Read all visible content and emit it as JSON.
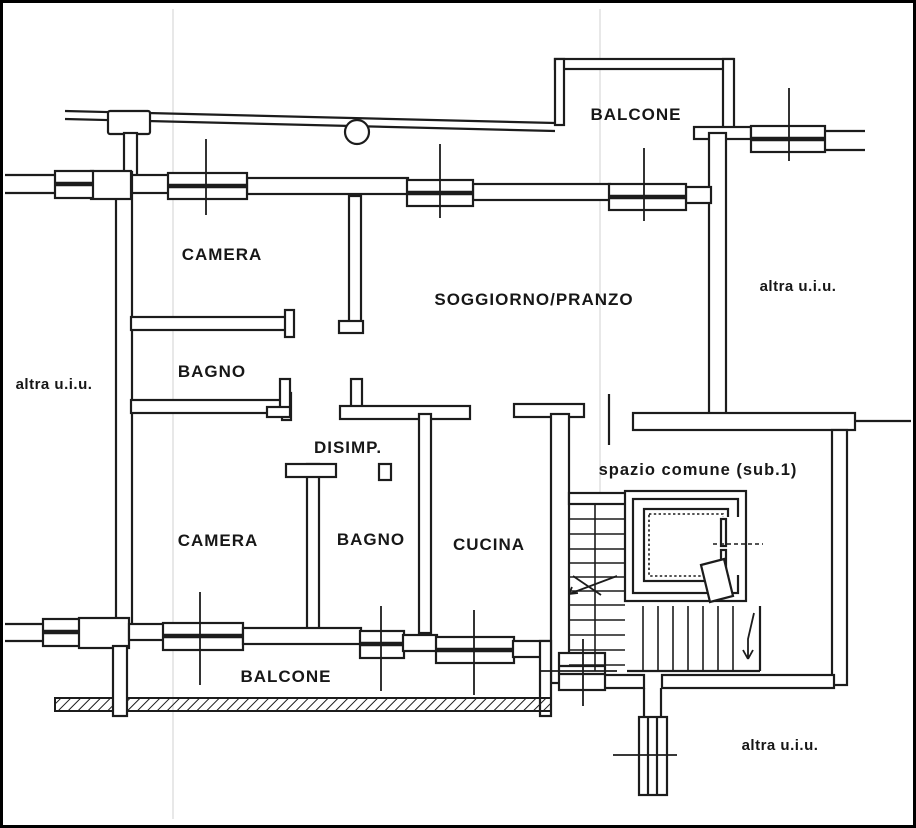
{
  "plan": {
    "kind": "apartment floor plan",
    "colors": {
      "ink": "#1c1c1c",
      "paper": "#ffffff"
    }
  },
  "labels": {
    "balcone_top": {
      "text": "BALCONE"
    },
    "camera_1": {
      "text": "CAMERA"
    },
    "soggiorno": {
      "text": "SOGGIORNO/PRANZO"
    },
    "altra_right": {
      "text": "altra u.i.u."
    },
    "altra_left": {
      "text": "altra u.i.u."
    },
    "bagno_1": {
      "text": "BAGNO"
    },
    "disimp": {
      "text": "DISIMP."
    },
    "camera_2": {
      "text": "CAMERA"
    },
    "bagno_2": {
      "text": "BAGNO"
    },
    "cucina": {
      "text": "CUCINA"
    },
    "spazio_comune": {
      "text": "spazio comune (sub.1)"
    },
    "balcone_bottom": {
      "text": "BALCONE"
    },
    "altra_bottom": {
      "text": "altra u.i.u."
    }
  }
}
